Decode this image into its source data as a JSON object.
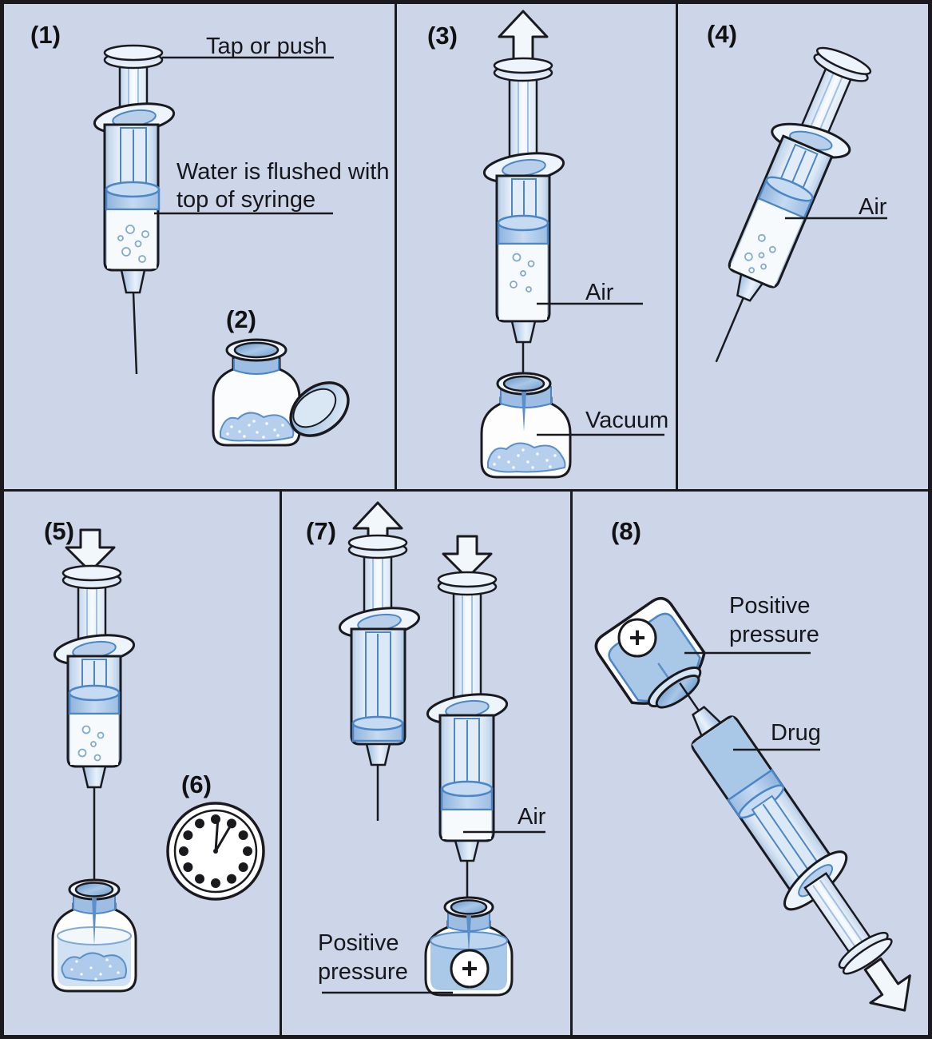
{
  "figure": {
    "bg_color": "#cdd6e9",
    "outline_color": "#1a1a1e",
    "accent_blue": "#a9c7e7",
    "panels": {
      "p1": {
        "num": "(1)",
        "label_tap": "Tap or push",
        "label_water": [
          "Water is flushed with",
          "top of syringe"
        ]
      },
      "p2": {
        "num": "(2)"
      },
      "p3": {
        "num": "(3)",
        "label_air": "Air",
        "label_vacuum": "Vacuum"
      },
      "p4": {
        "num": "(4)",
        "label_air": "Air"
      },
      "p5": {
        "num": "(5)"
      },
      "p6": {
        "num": "(6)"
      },
      "p7": {
        "num": "(7)",
        "label_air": "Air",
        "label_positive_pressure": [
          "Positive",
          "pressure"
        ],
        "plus_symbol": "+"
      },
      "p8": {
        "num": "(8)",
        "label_positive_pressure": [
          "Positive",
          "pressure"
        ],
        "label_drug": "Drug",
        "plus_symbol": "+"
      }
    }
  }
}
